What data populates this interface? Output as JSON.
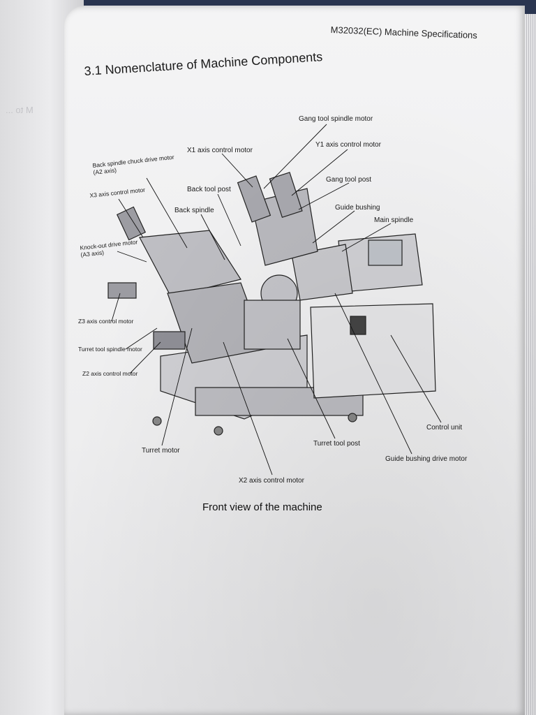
{
  "header": {
    "title": "M32032(EC) Machine Specifications"
  },
  "section": {
    "title": "3.1 Nomenclature of Machine Components"
  },
  "caption": "Front view of the machine",
  "labels": {
    "gang_tool_spindle_motor": "Gang tool spindle motor",
    "y1_axis_control_motor": "Y1 axis control motor",
    "x1_axis_control_motor": "X1 axis control motor",
    "back_spindle_chuck_drive_motor_line1": "Back spindle chuck drive motor",
    "back_spindle_chuck_drive_motor_line2": "(A2 axis)",
    "gang_tool_post": "Gang tool post",
    "x3_axis_control_motor": "X3 axis control motor",
    "back_tool_post": "Back tool post",
    "guide_bushing": "Guide bushing",
    "back_spindle": "Back spindle",
    "main_spindle": "Main spindle",
    "knockout_drive_motor_line1": "Knock-out drive motor",
    "knockout_drive_motor_line2": "(A3 axis)",
    "z3_axis_control_motor": "Z3 axis control motor",
    "turret_tool_spindle_motor": "Turret tool spindle motor",
    "z2_axis_control_motor": "Z2 axis control motor",
    "control_unit": "Control unit",
    "turret_tool_post": "Turret tool post",
    "turret_motor": "Turret motor",
    "guide_bushing_drive_motor": "Guide bushing drive motor",
    "x2_axis_control_motor": "X2 axis control motor"
  }
}
